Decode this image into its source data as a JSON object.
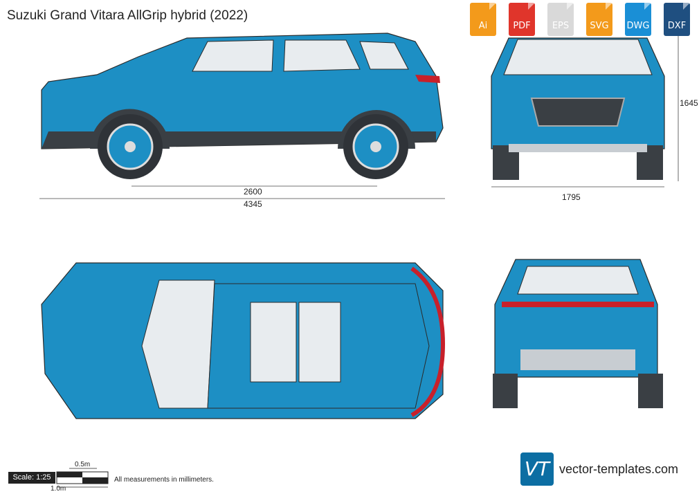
{
  "title": "Suzuki Grand Vitara AllGrip hybrid (2022)",
  "formats": [
    {
      "label": "Ai",
      "color": "#f39a1b"
    },
    {
      "label": "PDF",
      "color": "#e0352b"
    },
    {
      "label": "EPS",
      "color": "#d9d9d9"
    },
    {
      "label": "SVG",
      "color": "#f39a1b"
    },
    {
      "label": "DWG",
      "color": "#1a8fd6"
    },
    {
      "label": "DXF",
      "color": "#1f4f80"
    }
  ],
  "dimensions": {
    "wheelbase": "2600",
    "length": "4345",
    "width": "1795",
    "height": "1645"
  },
  "scale": {
    "label": "Scale: 1:25",
    "half": "0.5m",
    "full": "1.0m"
  },
  "note": "All measurements in millimeters.",
  "watermark": "vector-templates.com",
  "brand": {
    "mark": "VT",
    "site": "vector-templates.com"
  },
  "colors": {
    "body": "#1d8fc4",
    "dark": "#3a3f44",
    "glass": "#e8ecef",
    "light": "#c8202a"
  }
}
